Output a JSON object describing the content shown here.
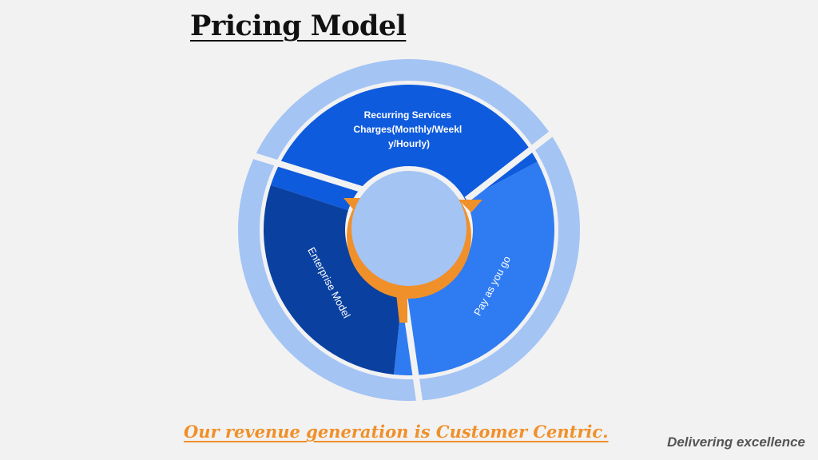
{
  "title": "Pricing Model",
  "diagram": {
    "segments": [
      {
        "id": "recurring",
        "lines": [
          "Recurring Services",
          "Charges(Monthly/Weekl",
          "y/Hourly)"
        ],
        "color": "#0f5bdd"
      },
      {
        "id": "payg",
        "lines": [
          "Pay as you go"
        ],
        "color": "#2f7bf2"
      },
      {
        "id": "enterprise",
        "lines": [
          "Enterprise Model"
        ],
        "color": "#0a40a0"
      }
    ],
    "outer_ring_color": "#a4c4f4",
    "accent_color": "#f0902a",
    "hub_color": "#a4c4f4"
  },
  "tagline": "Our revenue generation is Customer Centric.",
  "footer": "Delivering excellence"
}
